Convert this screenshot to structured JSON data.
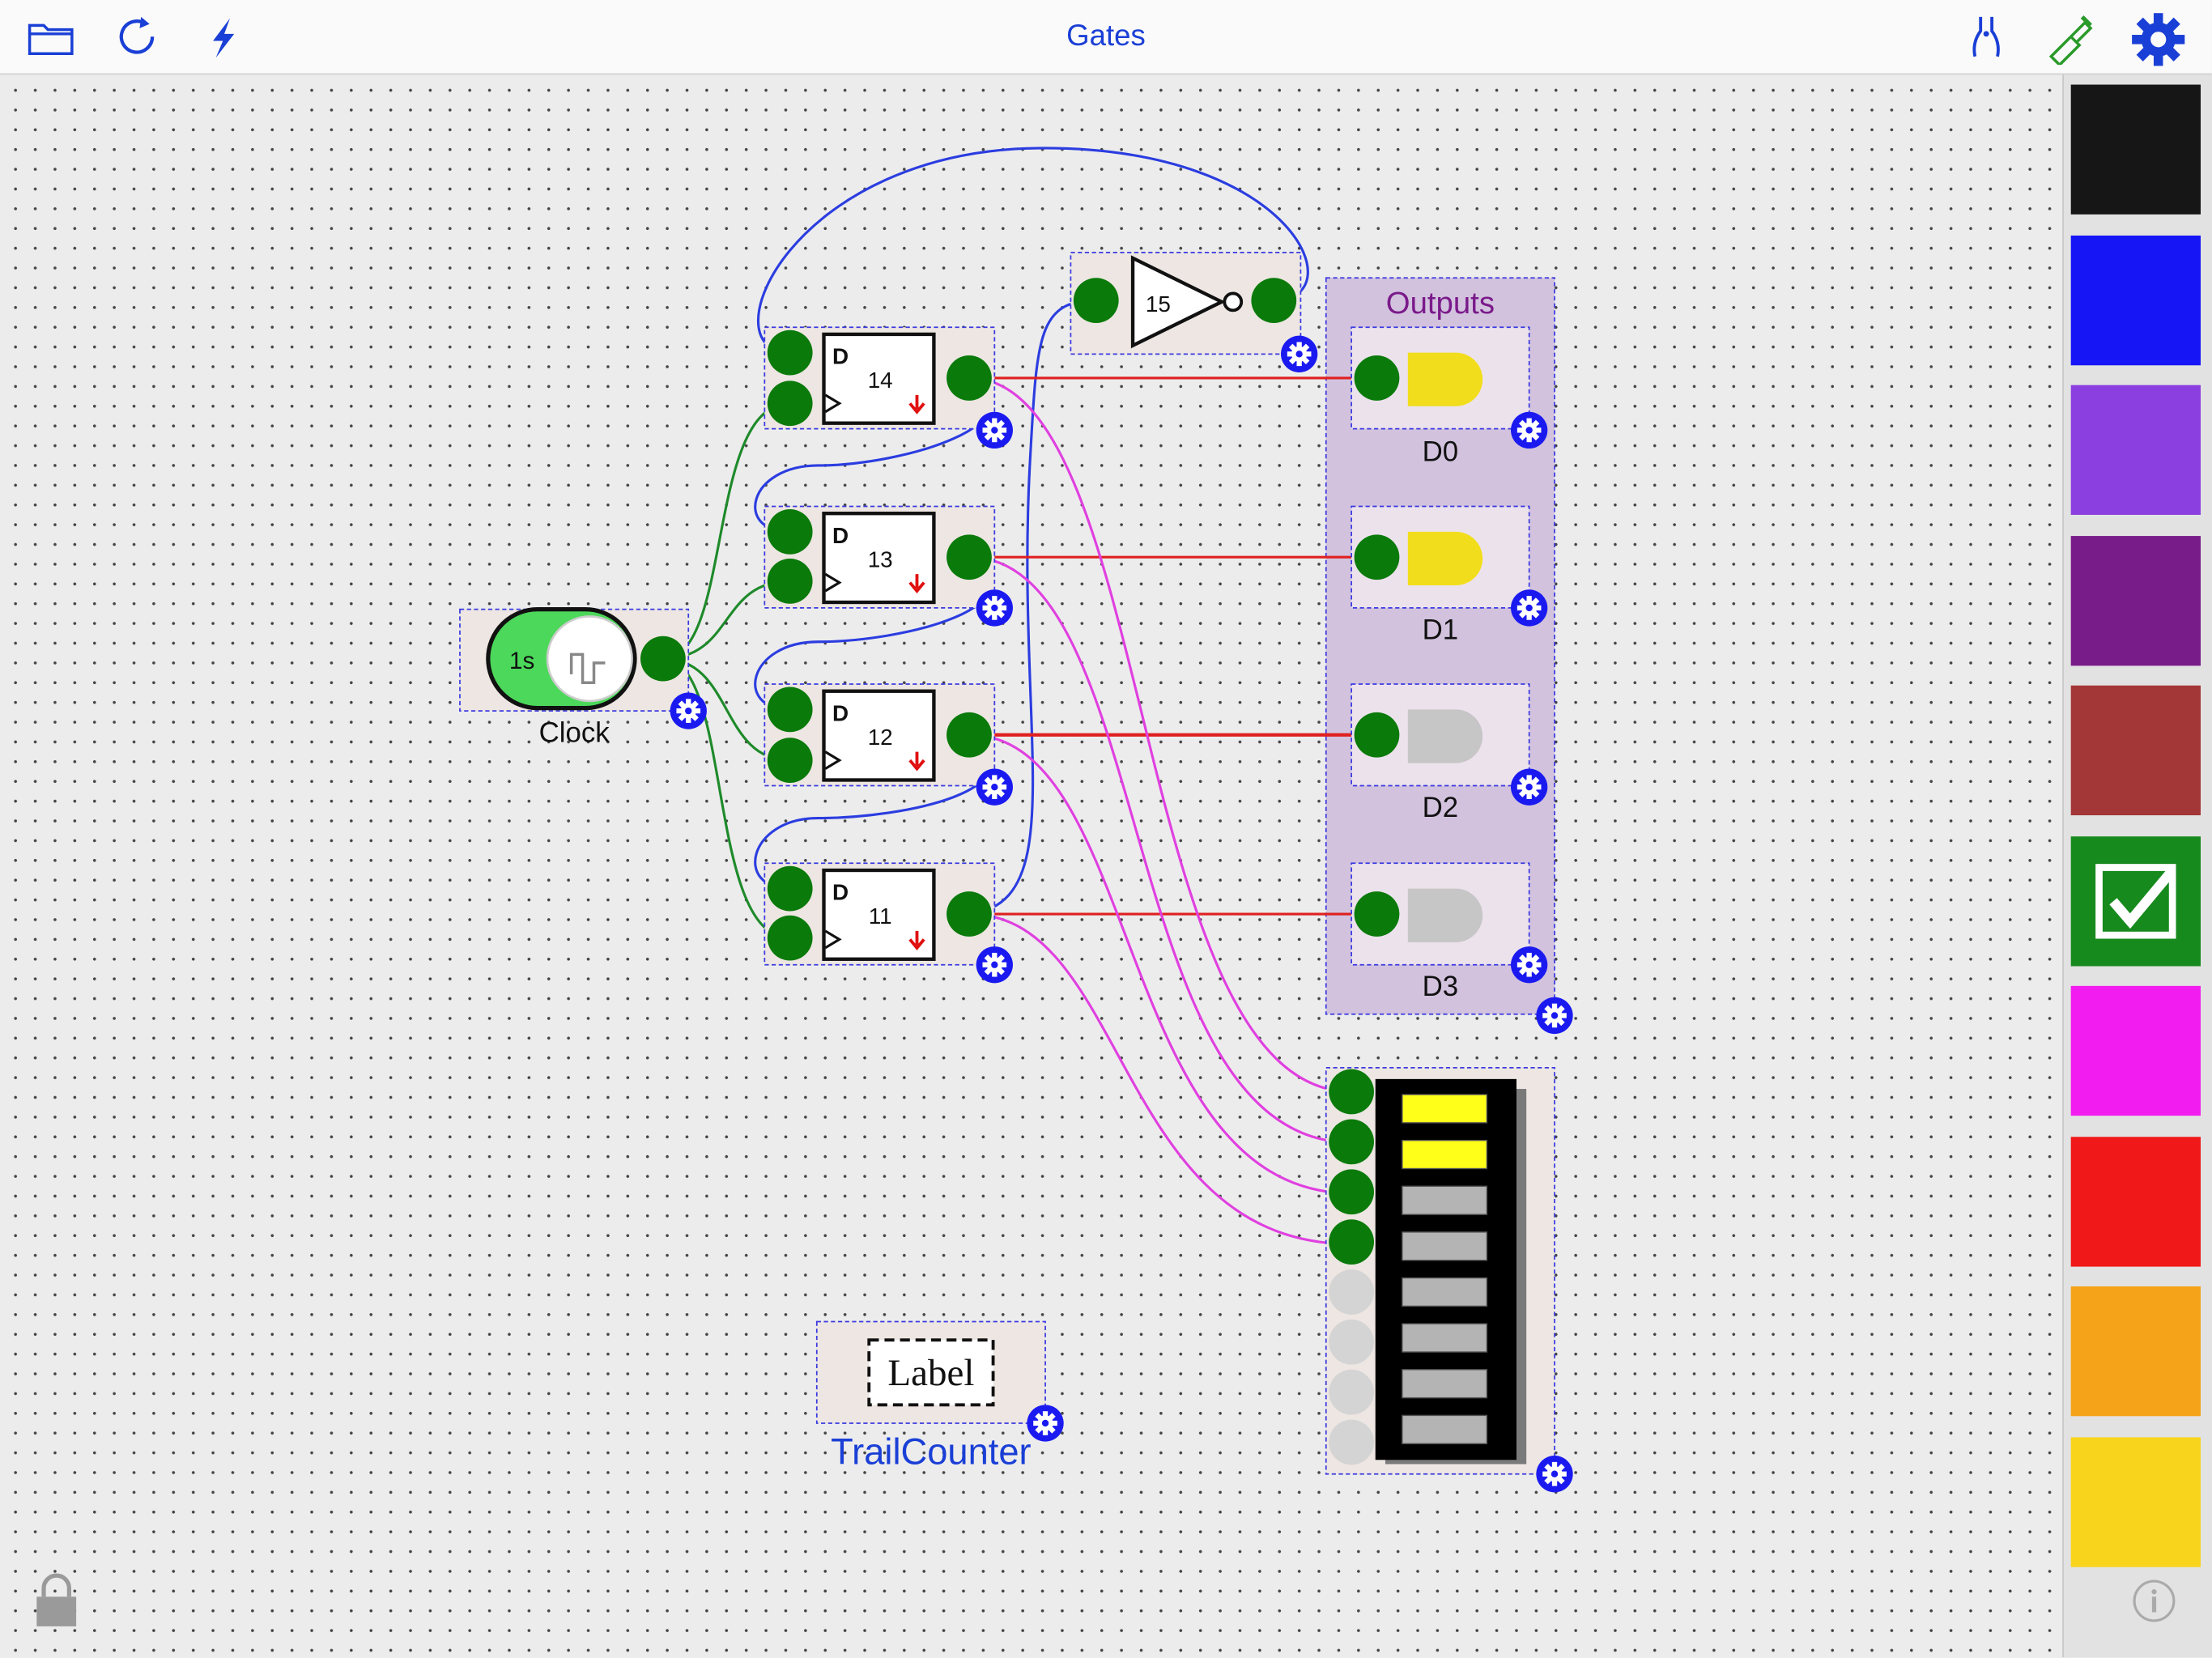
{
  "toolbar": {
    "title": "Gates",
    "left_icons": [
      "folder-icon",
      "refresh-icon",
      "lightning-icon"
    ],
    "right_icons": [
      "wire-cutter-icon",
      "probe-icon",
      "gear-icon"
    ]
  },
  "colors": {
    "accent": "#1a3fd6",
    "wire_clock": "#1e8a2a",
    "wire_feedback": "#2b3de0",
    "wire_output": "#e02020",
    "wire_bargraph": "#e040e0",
    "pin": "#0a7a0a",
    "outputs_group": "#d4c4e0"
  },
  "components": {
    "clock": {
      "period": "1s",
      "label": "Clock"
    },
    "flipflops": [
      {
        "id": "14",
        "d_label": "D"
      },
      {
        "id": "13",
        "d_label": "D"
      },
      {
        "id": "12",
        "d_label": "D"
      },
      {
        "id": "11",
        "d_label": "D"
      }
    ],
    "inverter": {
      "id": "15"
    },
    "outputs": {
      "title": "Outputs",
      "leds": [
        {
          "label": "D0",
          "state": "on"
        },
        {
          "label": "D1",
          "state": "on"
        },
        {
          "label": "D2",
          "state": "off"
        },
        {
          "label": "D3",
          "state": "off"
        }
      ]
    },
    "bargraph": {
      "segments": 8,
      "lit": 2,
      "connected_pins": 4
    },
    "label_block": {
      "text": "Label",
      "caption": "TrailCounter"
    }
  },
  "palette": {
    "swatches": [
      {
        "name": "black",
        "color": "#161616",
        "selected": false
      },
      {
        "name": "blue",
        "color": "#1515f5",
        "selected": false
      },
      {
        "name": "violet",
        "color": "#8b3fe0",
        "selected": false
      },
      {
        "name": "purple",
        "color": "#781c8a",
        "selected": false
      },
      {
        "name": "brown",
        "color": "#a33636",
        "selected": false
      },
      {
        "name": "green",
        "color": "#178a1e",
        "selected": true
      },
      {
        "name": "magenta",
        "color": "#f21cf0",
        "selected": false
      },
      {
        "name": "red",
        "color": "#f01818",
        "selected": false
      },
      {
        "name": "orange",
        "color": "#f5a318",
        "selected": false
      },
      {
        "name": "yellow",
        "color": "#f8d41c",
        "selected": false
      }
    ]
  }
}
